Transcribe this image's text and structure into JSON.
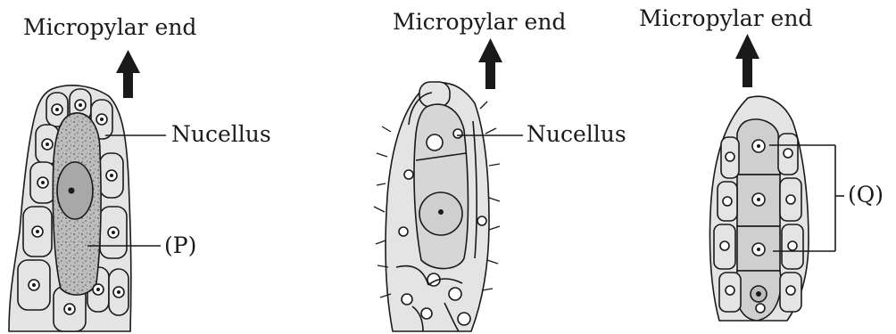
{
  "panels": [
    {
      "id": "panel-1",
      "direction_label": "Micropylar end",
      "labels": [
        "Nucellus",
        "(P)"
      ]
    },
    {
      "id": "panel-2",
      "direction_label": "Micropylar end",
      "labels": [
        "Nucellus"
      ]
    },
    {
      "id": "panel-3",
      "direction_label": "Micropylar end",
      "labels": [
        "(Q)"
      ]
    }
  ],
  "colors": {
    "ink": "#1a1a1a",
    "cell_fill": "#e4e4e4",
    "inner_fill": "#cfcfcf",
    "speckle": "#555555",
    "background": "#ffffff"
  }
}
